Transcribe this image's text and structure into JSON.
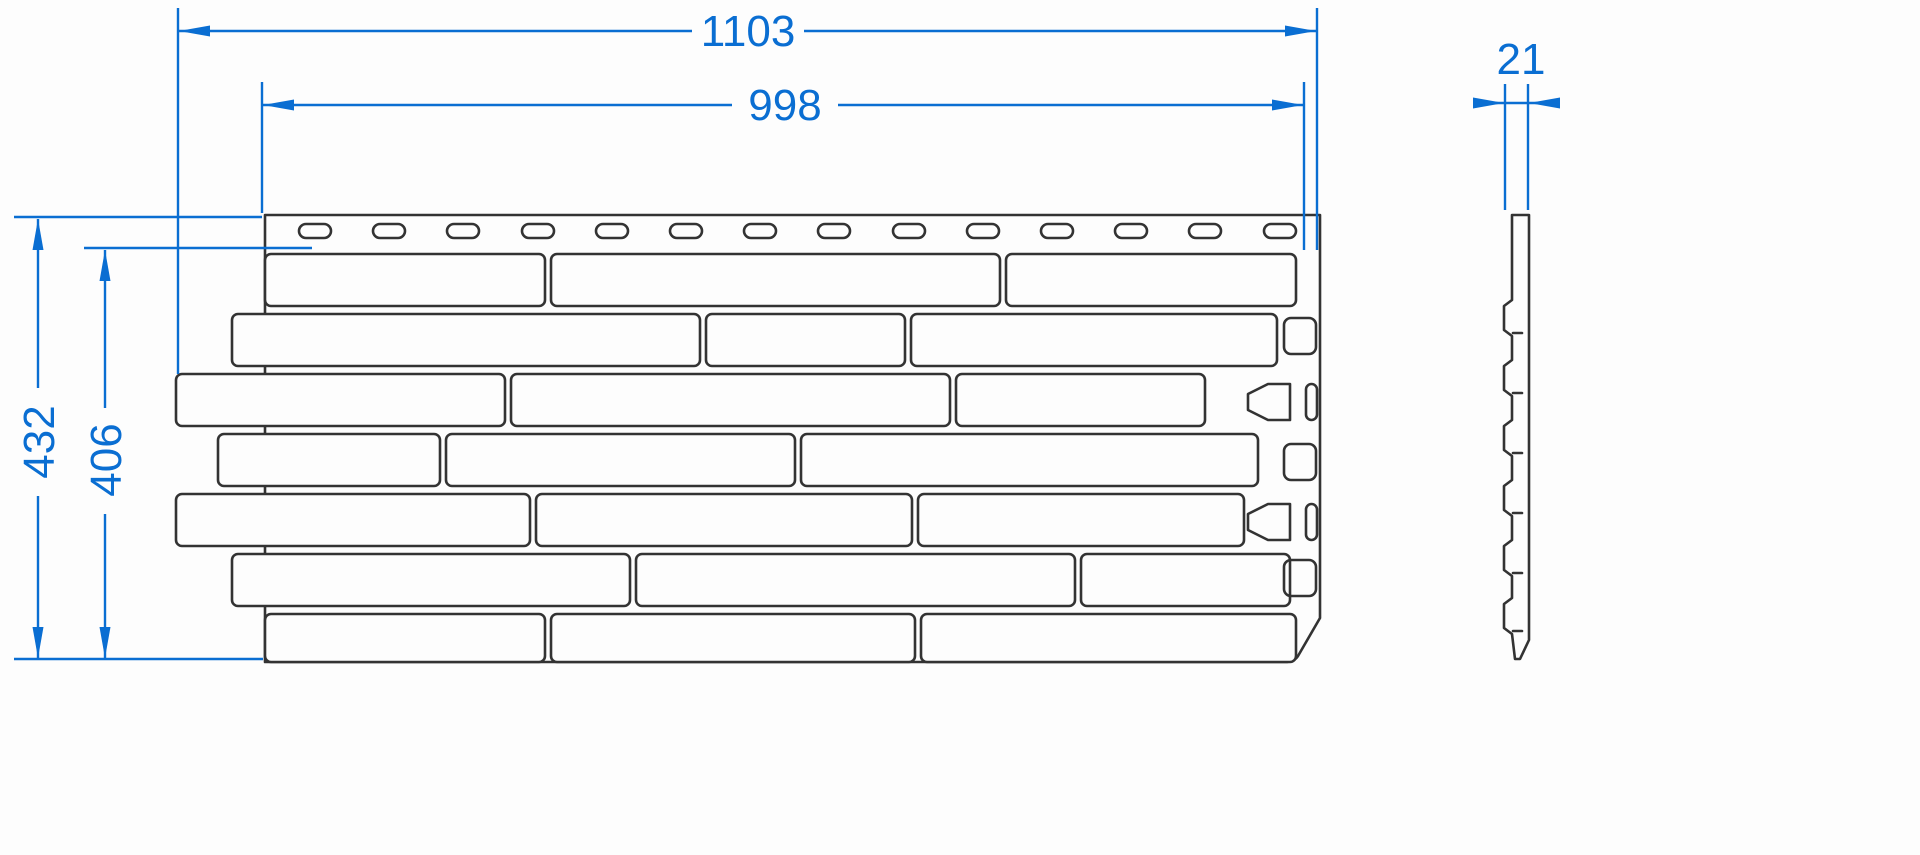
{
  "dimensions": {
    "total_width": "1103",
    "working_width": "998",
    "total_height": "432",
    "working_height": "406",
    "thickness": "21"
  },
  "front_view": {
    "nail_slot_count": 14,
    "brick_row_count": 7,
    "lock_hole_count": 3,
    "lock_tab_count": 2,
    "small_slot_count": 2
  },
  "side_view": {
    "profile_bump_count": 6
  },
  "colors": {
    "dimension": "#0a6ed2",
    "outline": "#333333",
    "background": "#fdfdfd"
  }
}
